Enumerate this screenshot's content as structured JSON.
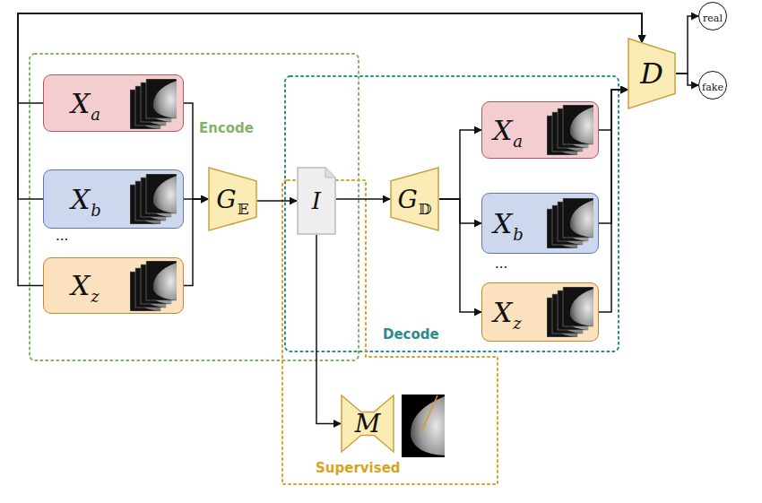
{
  "diagram": {
    "nodes": [
      {
        "text": [
          "X",
          "a"
        ]
      },
      {
        "text": [
          "X",
          "b"
        ]
      },
      {
        "text": [
          "X",
          "z"
        ]
      },
      {
        "text": [
          "G",
          "𝔼"
        ]
      },
      {
        "text": [
          "I"
        ]
      },
      {
        "text": [
          "G",
          "𝔻"
        ]
      },
      {
        "text": [
          "X",
          "a"
        ]
      },
      {
        "text": [
          "X",
          "b"
        ]
      },
      {
        "text": [
          "X",
          "z"
        ]
      },
      {
        "text": [
          "D"
        ]
      },
      {
        "text": [
          "real"
        ]
      },
      {
        "text": [
          "fake"
        ]
      },
      {
        "text": [
          "M"
        ]
      }
    ],
    "edges": [
      {
        "from": 0,
        "to": 3,
        "arrow": "to"
      },
      {
        "from": 1,
        "to": 3,
        "arrow": "to"
      },
      {
        "from": 2,
        "to": 3,
        "arrow": "to"
      },
      {
        "from": 3,
        "to": 4,
        "arrow": "to"
      },
      {
        "from": 4,
        "to": 5,
        "arrow": "to"
      },
      {
        "from": 5,
        "to": 6,
        "arrow": "to"
      },
      {
        "from": 5,
        "to": 7,
        "arrow": "to"
      },
      {
        "from": 5,
        "to": 8,
        "arrow": "to"
      },
      {
        "from": 4,
        "to": 12,
        "arrow": "to"
      },
      {
        "from": 0,
        "to": 9,
        "arrow": "to"
      },
      {
        "from": 1,
        "to": 9,
        "arrow": "to"
      },
      {
        "from": 2,
        "to": 9,
        "arrow": "to"
      },
      {
        "from": 6,
        "to": 9,
        "arrow": "to"
      },
      {
        "from": 7,
        "to": 9,
        "arrow": "to"
      },
      {
        "from": 8,
        "to": 9,
        "arrow": "to"
      },
      {
        "from": 9,
        "to": 10,
        "arrow": "to"
      },
      {
        "from": 9,
        "to": 11,
        "arrow": "to"
      }
    ],
    "labels": [
      "Encode",
      "Decode",
      "Supervised",
      "...",
      "..."
    ]
  }
}
